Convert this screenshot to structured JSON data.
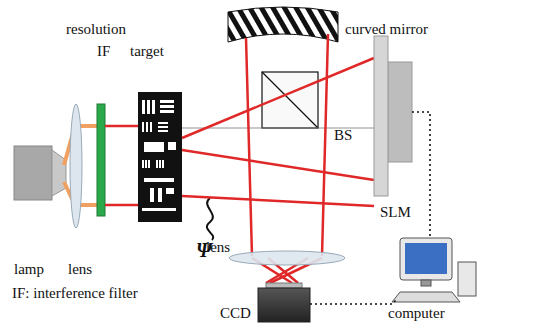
{
  "diagram": {
    "labels": [
      "resolution",
      "curved mirror",
      "IF",
      "target",
      "Ψ",
      "BS",
      "lamp",
      "lens",
      "lens",
      "SLM",
      "CCD",
      "computer",
      "IF: interference filter"
    ]
  }
}
